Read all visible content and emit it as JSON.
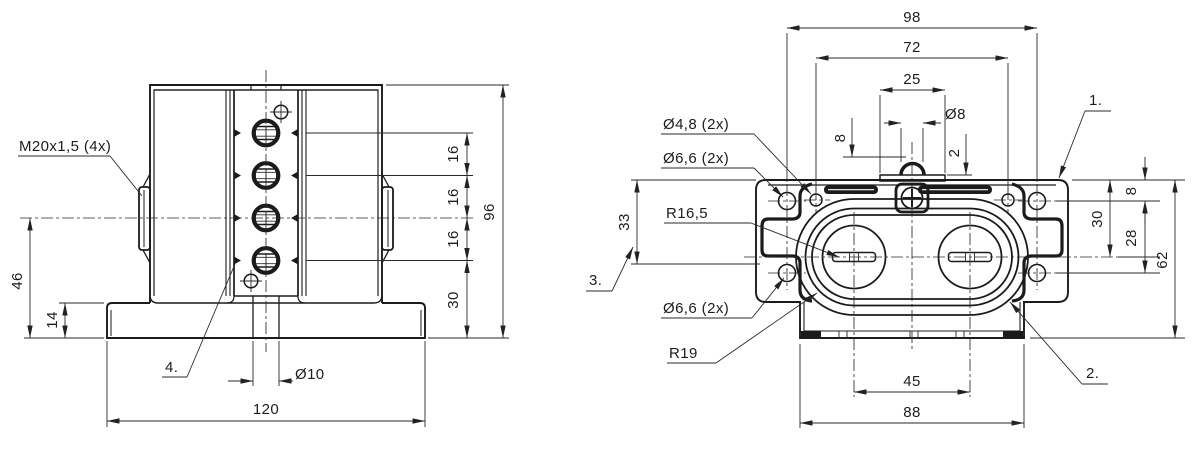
{
  "drawing": {
    "front_view": {
      "thread_label": "M20x1,5 (4x)",
      "item_4": "4.",
      "dims": {
        "d46": "46",
        "d14": "14",
        "d96": "96",
        "d16": [
          "16",
          "16",
          "16"
        ],
        "d30": "30",
        "d120": "120",
        "d10": "Ø10"
      }
    },
    "top_view": {
      "dims": {
        "d98": "98",
        "d72": "72",
        "d25": "25",
        "dia8": "Ø8",
        "d8_top": "8",
        "d2": "2",
        "d8_right": "8",
        "d30": "30",
        "d28": "28",
        "d62": "62",
        "d45": "45",
        "d88": "88",
        "d33": "33"
      },
      "labels": {
        "dia_4_8": "Ø4,8 (2x)",
        "dia_6_6_top": "Ø6,6 (2x)",
        "r16_5": "R16,5",
        "item_3": "3.",
        "dia_6_6_bottom": "Ø6,6 (2x)",
        "r19": "R19",
        "item_1": "1.",
        "item_2": "2."
      }
    },
    "colors": {
      "line": "#1b1b1b",
      "background": "#ffffff"
    }
  }
}
